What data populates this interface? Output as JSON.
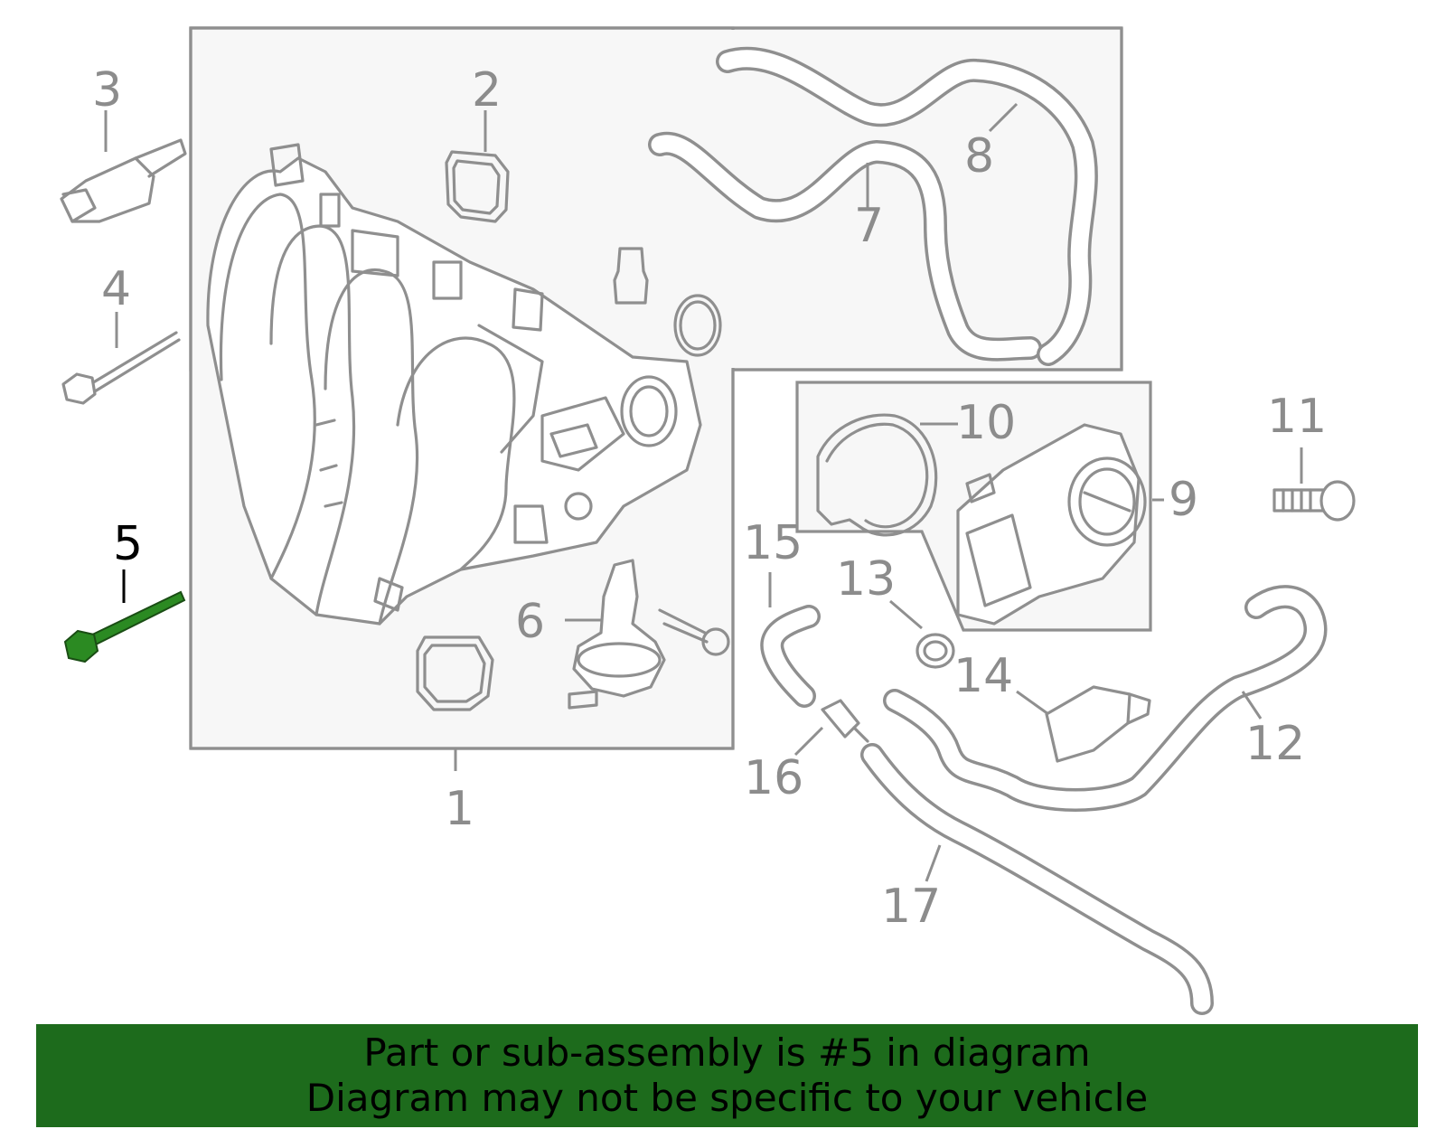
{
  "diagram": {
    "callouts": [
      "1",
      "2",
      "3",
      "4",
      "5",
      "6",
      "7",
      "8",
      "9",
      "10",
      "11",
      "12",
      "13",
      "14",
      "15",
      "16",
      "17"
    ],
    "highlighted_part": "5",
    "highlight_color": "#2b8a22",
    "line_color": "#8f8f8f"
  },
  "banner": {
    "line1": "Part or sub-assembly is #5 in diagram",
    "line2": "Diagram may not be specific to your vehicle",
    "background": "#1d6b1c"
  }
}
